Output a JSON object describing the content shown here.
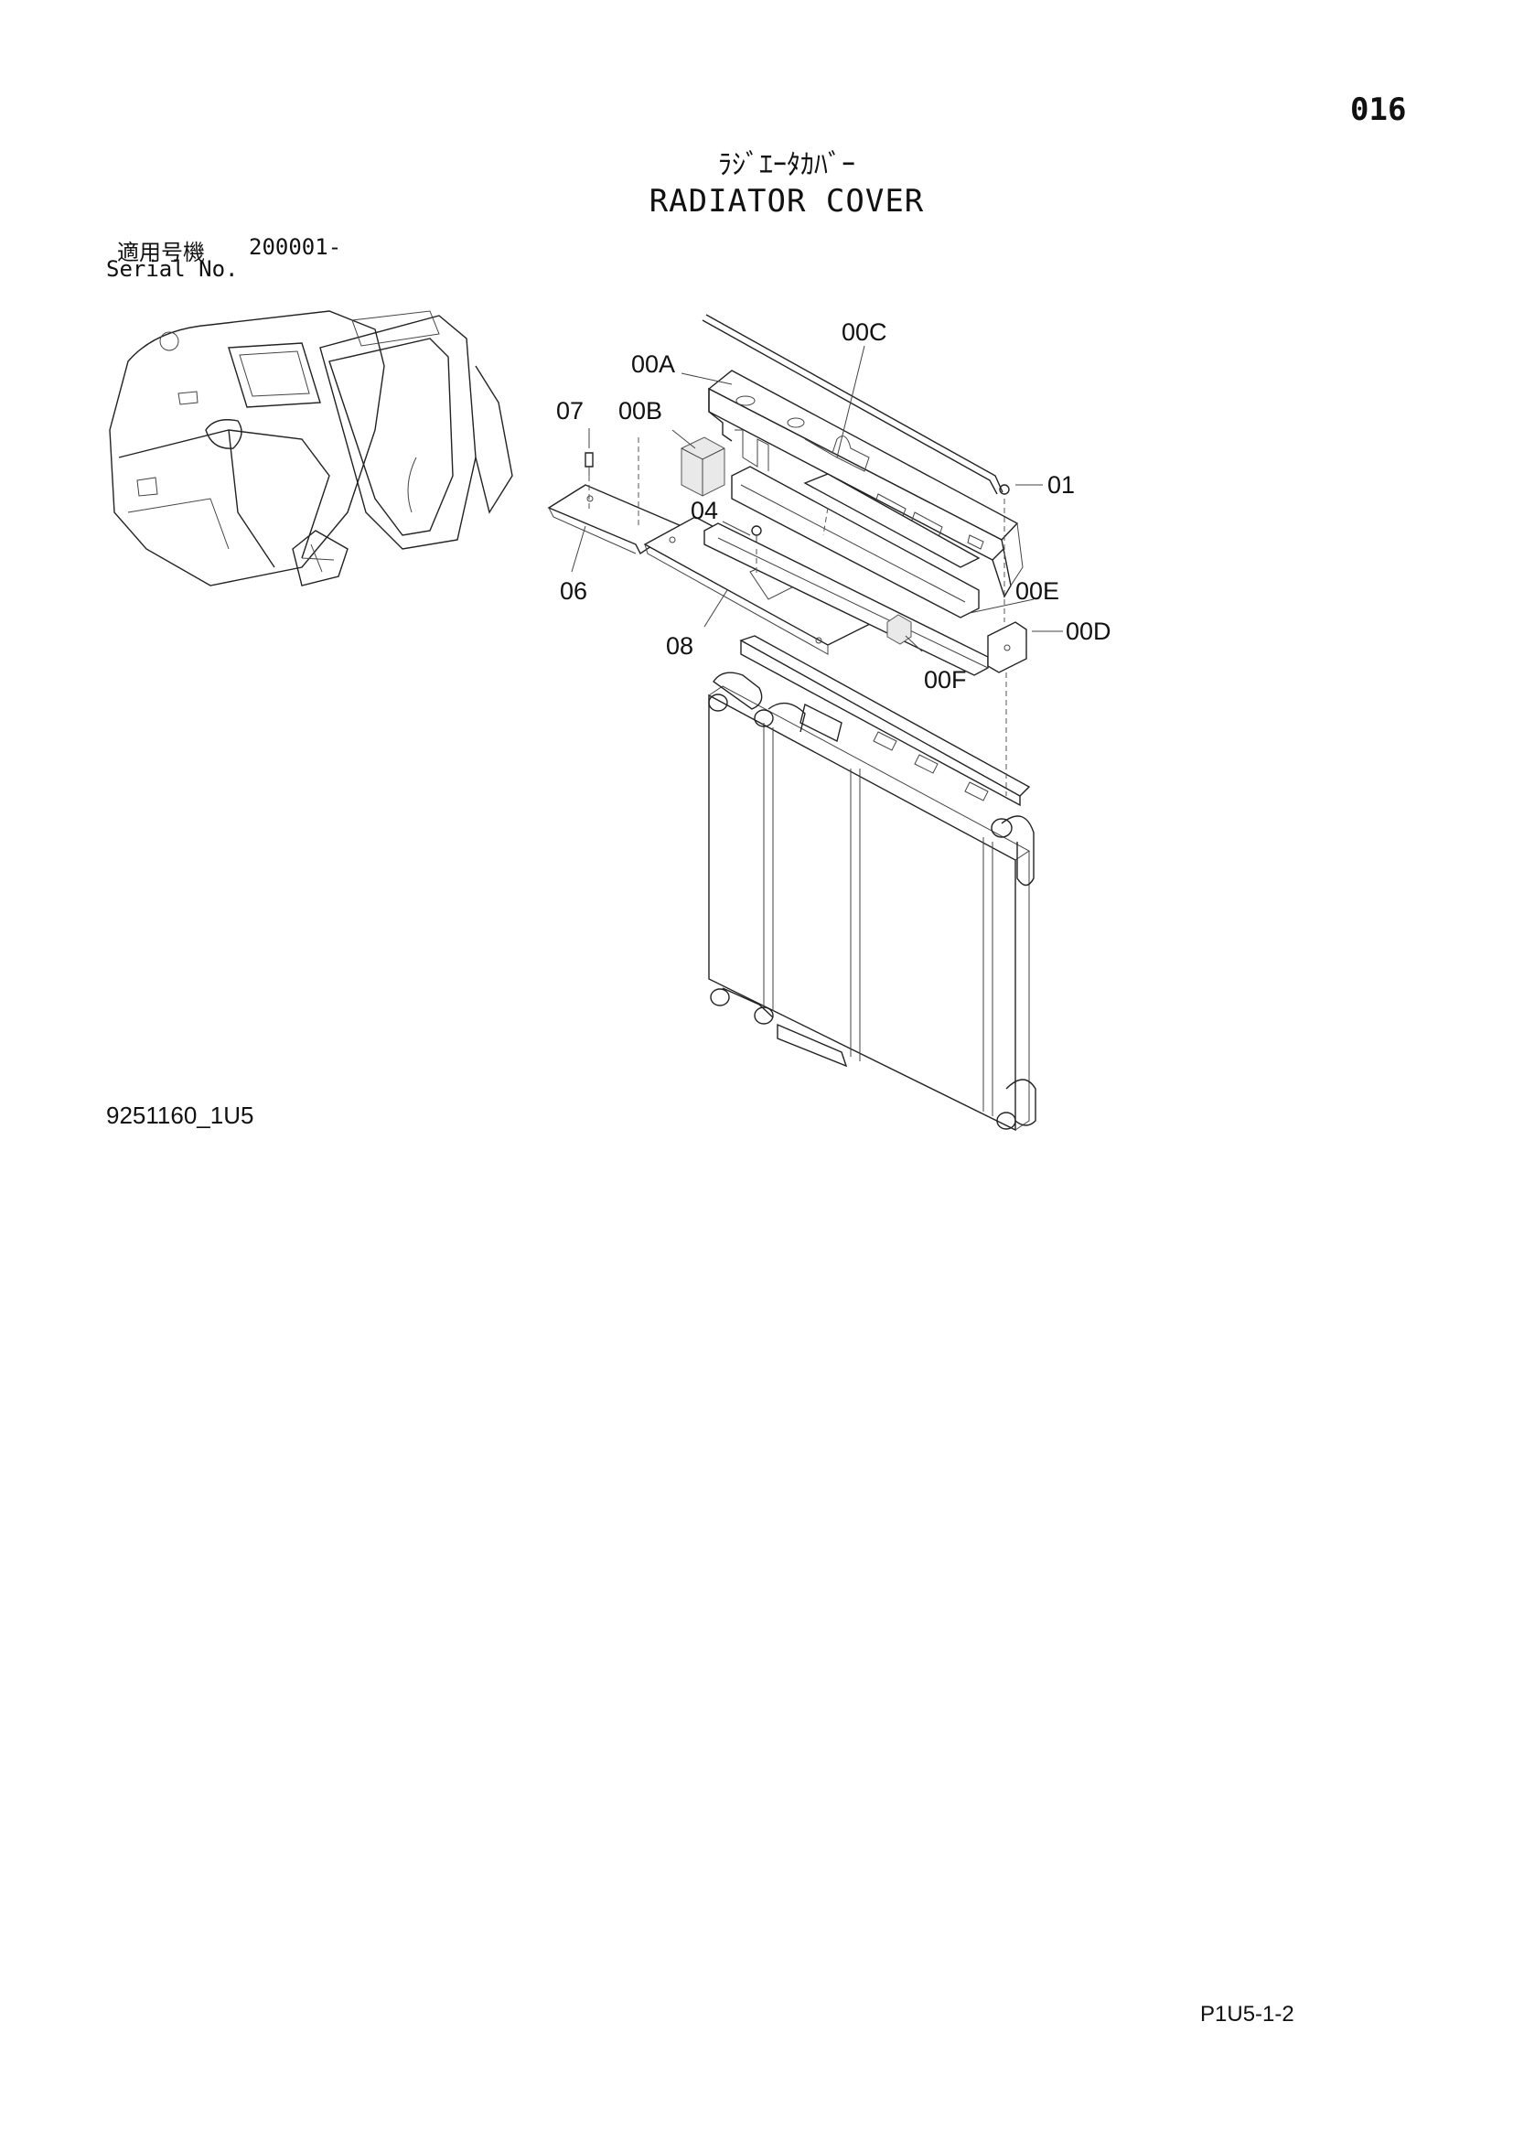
{
  "page_number": "016",
  "title_jp": "ﾗｼﾞｴｰﾀｶﾊﾞｰ",
  "title_en": "RADIATOR COVER",
  "serial": {
    "label_jp": "適用号機",
    "value": "200001-",
    "label_en": "Serial No."
  },
  "callouts": [
    "00C",
    "00A",
    "07",
    "00B",
    "01",
    "04",
    "06",
    "00E",
    "00D",
    "08",
    "00F"
  ],
  "drawing_number": "9251160_1U5",
  "page_code": "P1U5-1-2"
}
